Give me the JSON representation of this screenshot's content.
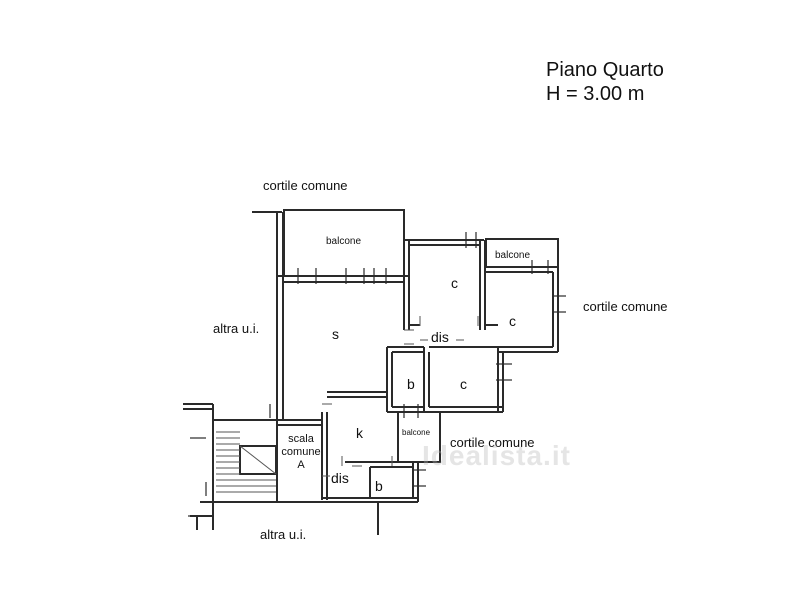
{
  "header": {
    "floor_name": "Piano Quarto",
    "height": "H = 3.00 m"
  },
  "labels": {
    "cortile_top": "cortile comune",
    "cortile_right": "cortile comune",
    "cortile_mid": "cortile comune",
    "altra_left": "altra u.i.",
    "altra_bottom": "altra u.i."
  },
  "rooms": {
    "balcone_large": "balcone",
    "balcone_small": "balcone",
    "balcone_mid": "balcone",
    "c1": "c",
    "c2": "c",
    "c3": "c",
    "s": "s",
    "dis_top": "dis",
    "dis_bottom": "dis",
    "b1": "b",
    "b2": "b",
    "k": "k"
  },
  "stair": {
    "line1": "scala",
    "line2": "comune",
    "line3": "A"
  },
  "watermark": "Idealista.it",
  "colors": {
    "wall": "#2a2a2a",
    "wall_fill": "#ffffff",
    "thin_line": "#555555"
  }
}
